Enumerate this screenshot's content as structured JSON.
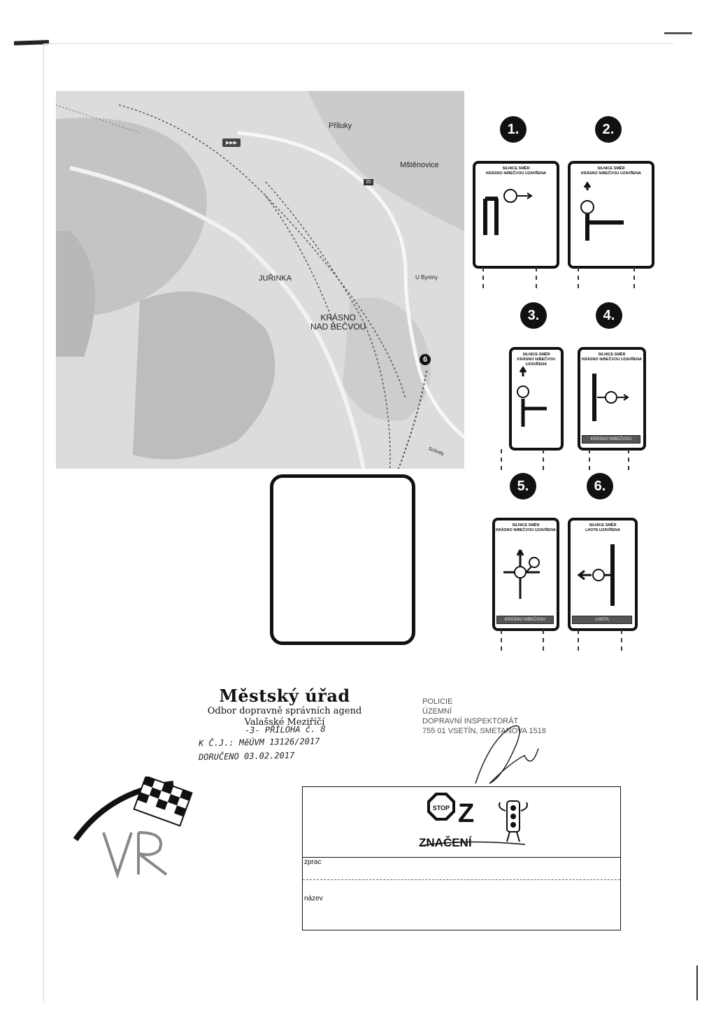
{
  "map": {
    "places": {
      "priluky": "Přiluky",
      "mstenovice": "Mštěnovice",
      "jurinka": "JUŘINKA",
      "krasno_1": "KRÁSNO",
      "krasno_2": "NAD BEČVOU",
      "u_byniny": "U Byniny",
      "schody": "Schody"
    },
    "road_number": "35",
    "marker": "6"
  },
  "signs": [
    {
      "number": "1.",
      "heading_1": "SILNICE SMĚR",
      "heading_2": "KRÁSNO N/BEČVOU UZAVŘENA",
      "tag": ""
    },
    {
      "number": "2.",
      "heading_1": "SILNICE SMĚR",
      "heading_2": "KRÁSNO N/BEČVOU UZAVŘENA",
      "tag": ""
    },
    {
      "number": "3.",
      "heading_1": "SILNICE SMĚR",
      "heading_2": "KRÁSNO N/BEČVOU UZAVŘENA",
      "tag": ""
    },
    {
      "number": "4.",
      "heading_1": "SILNICE SMĚR",
      "heading_2": "KRÁSNO N/BEČVOU UZAVŘENA",
      "tag": "KRÁSNO N/BEČVOU"
    },
    {
      "number": "5.",
      "heading_1": "SILNICE SMĚR",
      "heading_2": "KRÁSNO N/BEČVOU UZAVŘENA",
      "tag": "KRÁSNO N/BEČVOU"
    },
    {
      "number": "6.",
      "heading_1": "SILNICE SMĚR",
      "heading_2": "LHOTA UZAVŘENA",
      "tag": "LHOTA"
    }
  ],
  "office_stamp": {
    "title": "Městský úřad",
    "line_1": "Odbor dopravně správních agend",
    "line_2": "Valašské Meziříčí"
  },
  "handwriting": {
    "line_1": "-3- PŘÍLOHA č. 8",
    "line_2": "K Č.J.: MěÚVM 13126/2017",
    "line_3": "DORUČENO 03.02.2017"
  },
  "police_stamp": {
    "line_1": "POLICIE",
    "line_2": "ÚZEMNÍ",
    "line_3": "DOPRAVNÍ INSPEKTORÁT",
    "line_4": "755 01 VSETÍN, SMETANOVA 1518"
  },
  "title_block": {
    "logo_text": "ZNAČENÍ",
    "stop_text": "STOP",
    "z_letter": "Z",
    "row_1_label": "zprac",
    "row_2_label": "název"
  },
  "colors": {
    "ink": "#111111",
    "map_gray": "#d9d9d9",
    "tag_gray": "#555555"
  }
}
